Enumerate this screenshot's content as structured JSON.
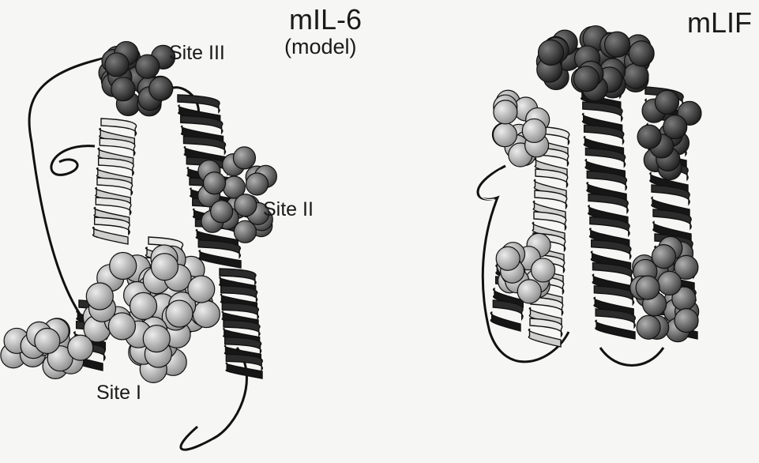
{
  "panels": [
    {
      "title": "mIL-6",
      "subtitle": "(model)"
    },
    {
      "title": "mLIF",
      "subtitle": ""
    }
  ],
  "site_labels": {
    "site3": "Site III",
    "site2": "Site II",
    "site1": "Site I"
  },
  "colors": {
    "background": "#f6f6f4",
    "dark_helix": "#2b2b2b",
    "light_helix": "#e9e9e7",
    "dark_sphere": "#2f2f2f",
    "mid_sphere": "#6a6a6a",
    "light_sphere": "#b9b9b9",
    "outline": "#111111"
  }
}
